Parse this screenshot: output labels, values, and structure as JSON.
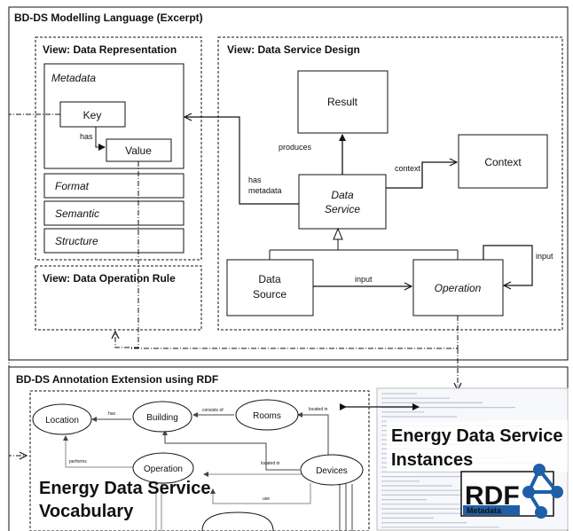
{
  "language_panel": {
    "title": "BD-DS Modelling Language (Excerpt)",
    "view_data_representation": {
      "title": "View: Data Representation",
      "metadata": "Metadata",
      "key": "Key",
      "value": "Value",
      "has": "has",
      "format": "Format",
      "semantic": "Semantic",
      "structure": "Structure"
    },
    "view_data_operation_rule": {
      "title": "View: Data Operation Rule"
    },
    "view_data_service_design": {
      "title": "View: Data Service Design",
      "result": "Result",
      "produces": "produces",
      "context_edge": "context",
      "context": "Context",
      "has_metadata_1": "has",
      "has_metadata_2": "metadata",
      "data_service_1": "Data",
      "data_service_2": "Service",
      "data_source_1": "Data",
      "data_source_2": "Source",
      "input_edge": "input",
      "operation": "Operation",
      "input_self": "input"
    }
  },
  "annotation_panel": {
    "title": "BD-DS Annotation Extension using RDF",
    "vocabulary": {
      "location": "Location",
      "building": "Building",
      "rooms": "Rooms",
      "operation": "Operation",
      "devices": "Devices",
      "has_edge": "has",
      "consists_of_edge": "consists of",
      "located_in_edge_1": "located in",
      "located_in_edge_2": "located in",
      "performs_edge": "performs",
      "use_edge": "use",
      "title_line_1": "Energy Data Service",
      "title_line_2": "Vocabulary"
    },
    "instances": {
      "title_line_1": "Energy Data Service",
      "title_line_2": "Instances",
      "rdf_logo_text": "RDF",
      "rdf_logo_sub": "Metadata"
    }
  },
  "colors": {
    "line": "#111111",
    "logo_blue": "#1f5fa8",
    "code_text": "#5a6f95"
  }
}
